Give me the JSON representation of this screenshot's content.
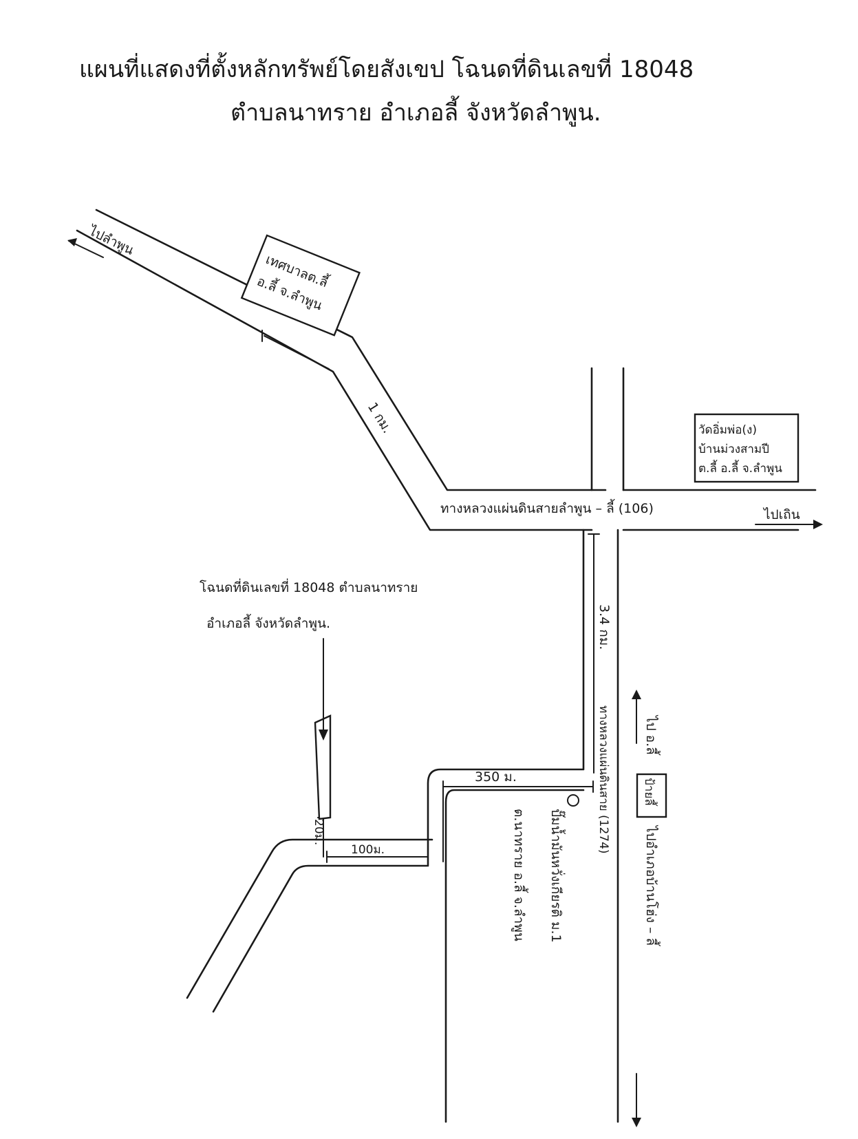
{
  "title": {
    "line1": "แผนที่แสดงที่ตั้งหลักทรัพย์โดยสังเขป โฉนดที่ดินเลขที่ 18048",
    "line2": "ตำบลนาทราย อำเภอลี้ จังหวัดลำพูน."
  },
  "labels": {
    "to_lamphun": "ไปลำพูน",
    "municipality": [
      "เทศบาลต.ลี้",
      "อ.ลี้ จ.ลำพูน"
    ],
    "dist_1km": "1 กม.",
    "temple": [
      "วัดอิ่มพ่อ(ง)",
      "บ้านม่วงสามปี",
      "ต.ลี้ อ.ลี้ จ.ลำพูน"
    ],
    "highway_106": "ทางหลวงแผ่นดินสายลำพูน – ลี้ (106)",
    "to_thoen": "ไปเถิน",
    "dist_3_4km": "3.4 กม.",
    "title_deed": [
      "โฉนดที่ดินเลขที่ 18048 ตำบลนาทราย",
      "อำเภอลี้ จังหวัดลำพูน."
    ],
    "highway_1274": "ทางหลวงแผ่นดินสาย (1274)",
    "dist_350m": "350 ม.",
    "dist_20m": "20ม.",
    "dist_100m": "100ม.",
    "gas_station": [
      "ปั๊มน้ำมันหวั่งเกียรติ ม.1",
      "ต.นาทราย อ.ลี้ จ.ลำพูน"
    ],
    "to_ban_hong": "ไป อ.ลี้",
    "north_box": "ป้ายลี้",
    "to_other": "ไปอำเภอบ้านโฮ่ง – ลี้"
  },
  "colors": {
    "ink": "#1a1a1a",
    "paper": "#ffffff"
  }
}
